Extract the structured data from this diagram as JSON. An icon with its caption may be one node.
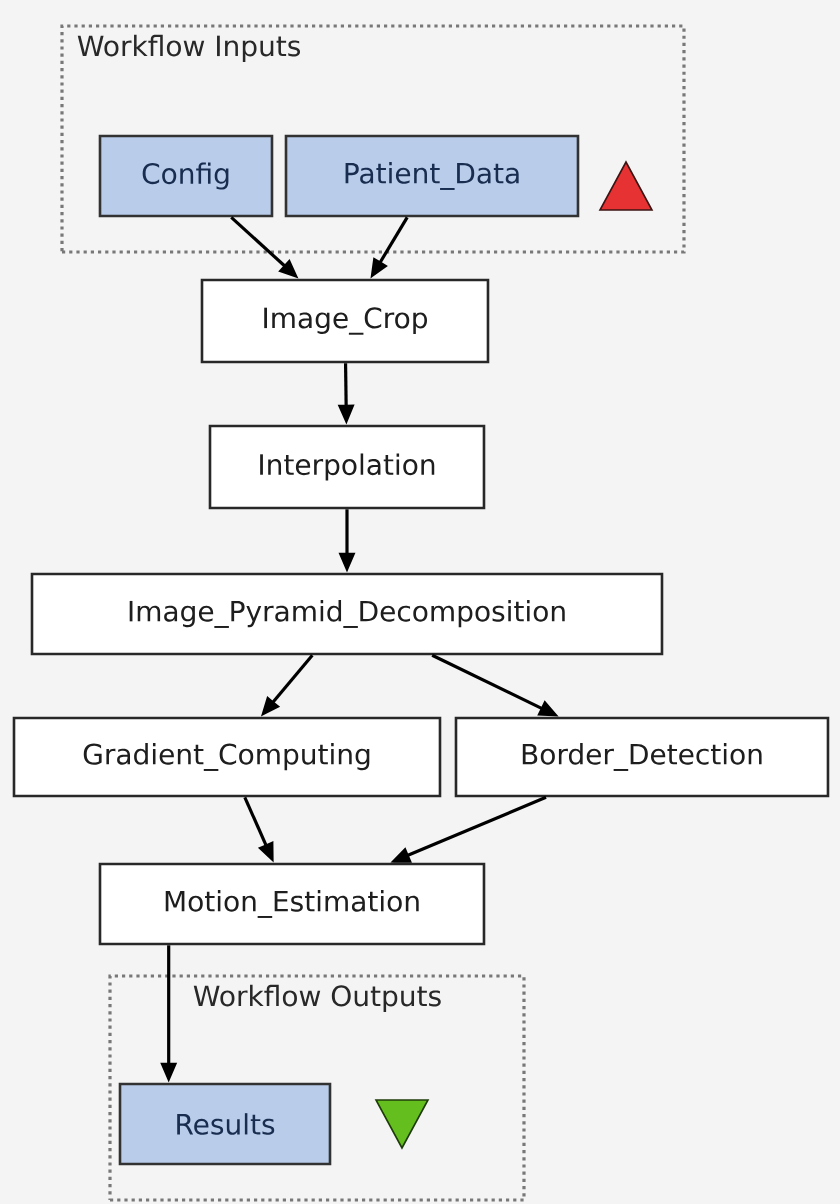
{
  "diagram": {
    "nodes": [
      {
        "text": [
          "Workflow Inputs"
        ]
      },
      {
        "text": [
          "Config"
        ],
        "in": 0
      },
      {
        "text": [
          "Patient_Data"
        ],
        "in": 0
      },
      {
        "text": [
          "Image_Crop"
        ]
      },
      {
        "text": [
          "Interpolation"
        ]
      },
      {
        "text": [
          "Image_Pyramid_Decomposition"
        ]
      },
      {
        "text": [
          "Gradient_Computing"
        ]
      },
      {
        "text": [
          "Border_Detection"
        ]
      },
      {
        "text": [
          "Motion_Estimation"
        ]
      },
      {
        "text": [
          "Workflow Outputs"
        ]
      },
      {
        "text": [
          "Results"
        ],
        "in": 9
      }
    ],
    "edges": [
      {
        "from": 1,
        "to": 3,
        "arrow": "to"
      },
      {
        "from": 2,
        "to": 3,
        "arrow": "to"
      },
      {
        "from": 3,
        "to": 4,
        "arrow": "to"
      },
      {
        "from": 4,
        "to": 5,
        "arrow": "to"
      },
      {
        "from": 5,
        "to": 6,
        "arrow": "to"
      },
      {
        "from": 5,
        "to": 7,
        "arrow": "to"
      },
      {
        "from": 6,
        "to": 8,
        "arrow": "to"
      },
      {
        "from": 7,
        "to": 8,
        "arrow": "to"
      },
      {
        "from": 8,
        "to": 10,
        "arrow": "to"
      }
    ]
  }
}
